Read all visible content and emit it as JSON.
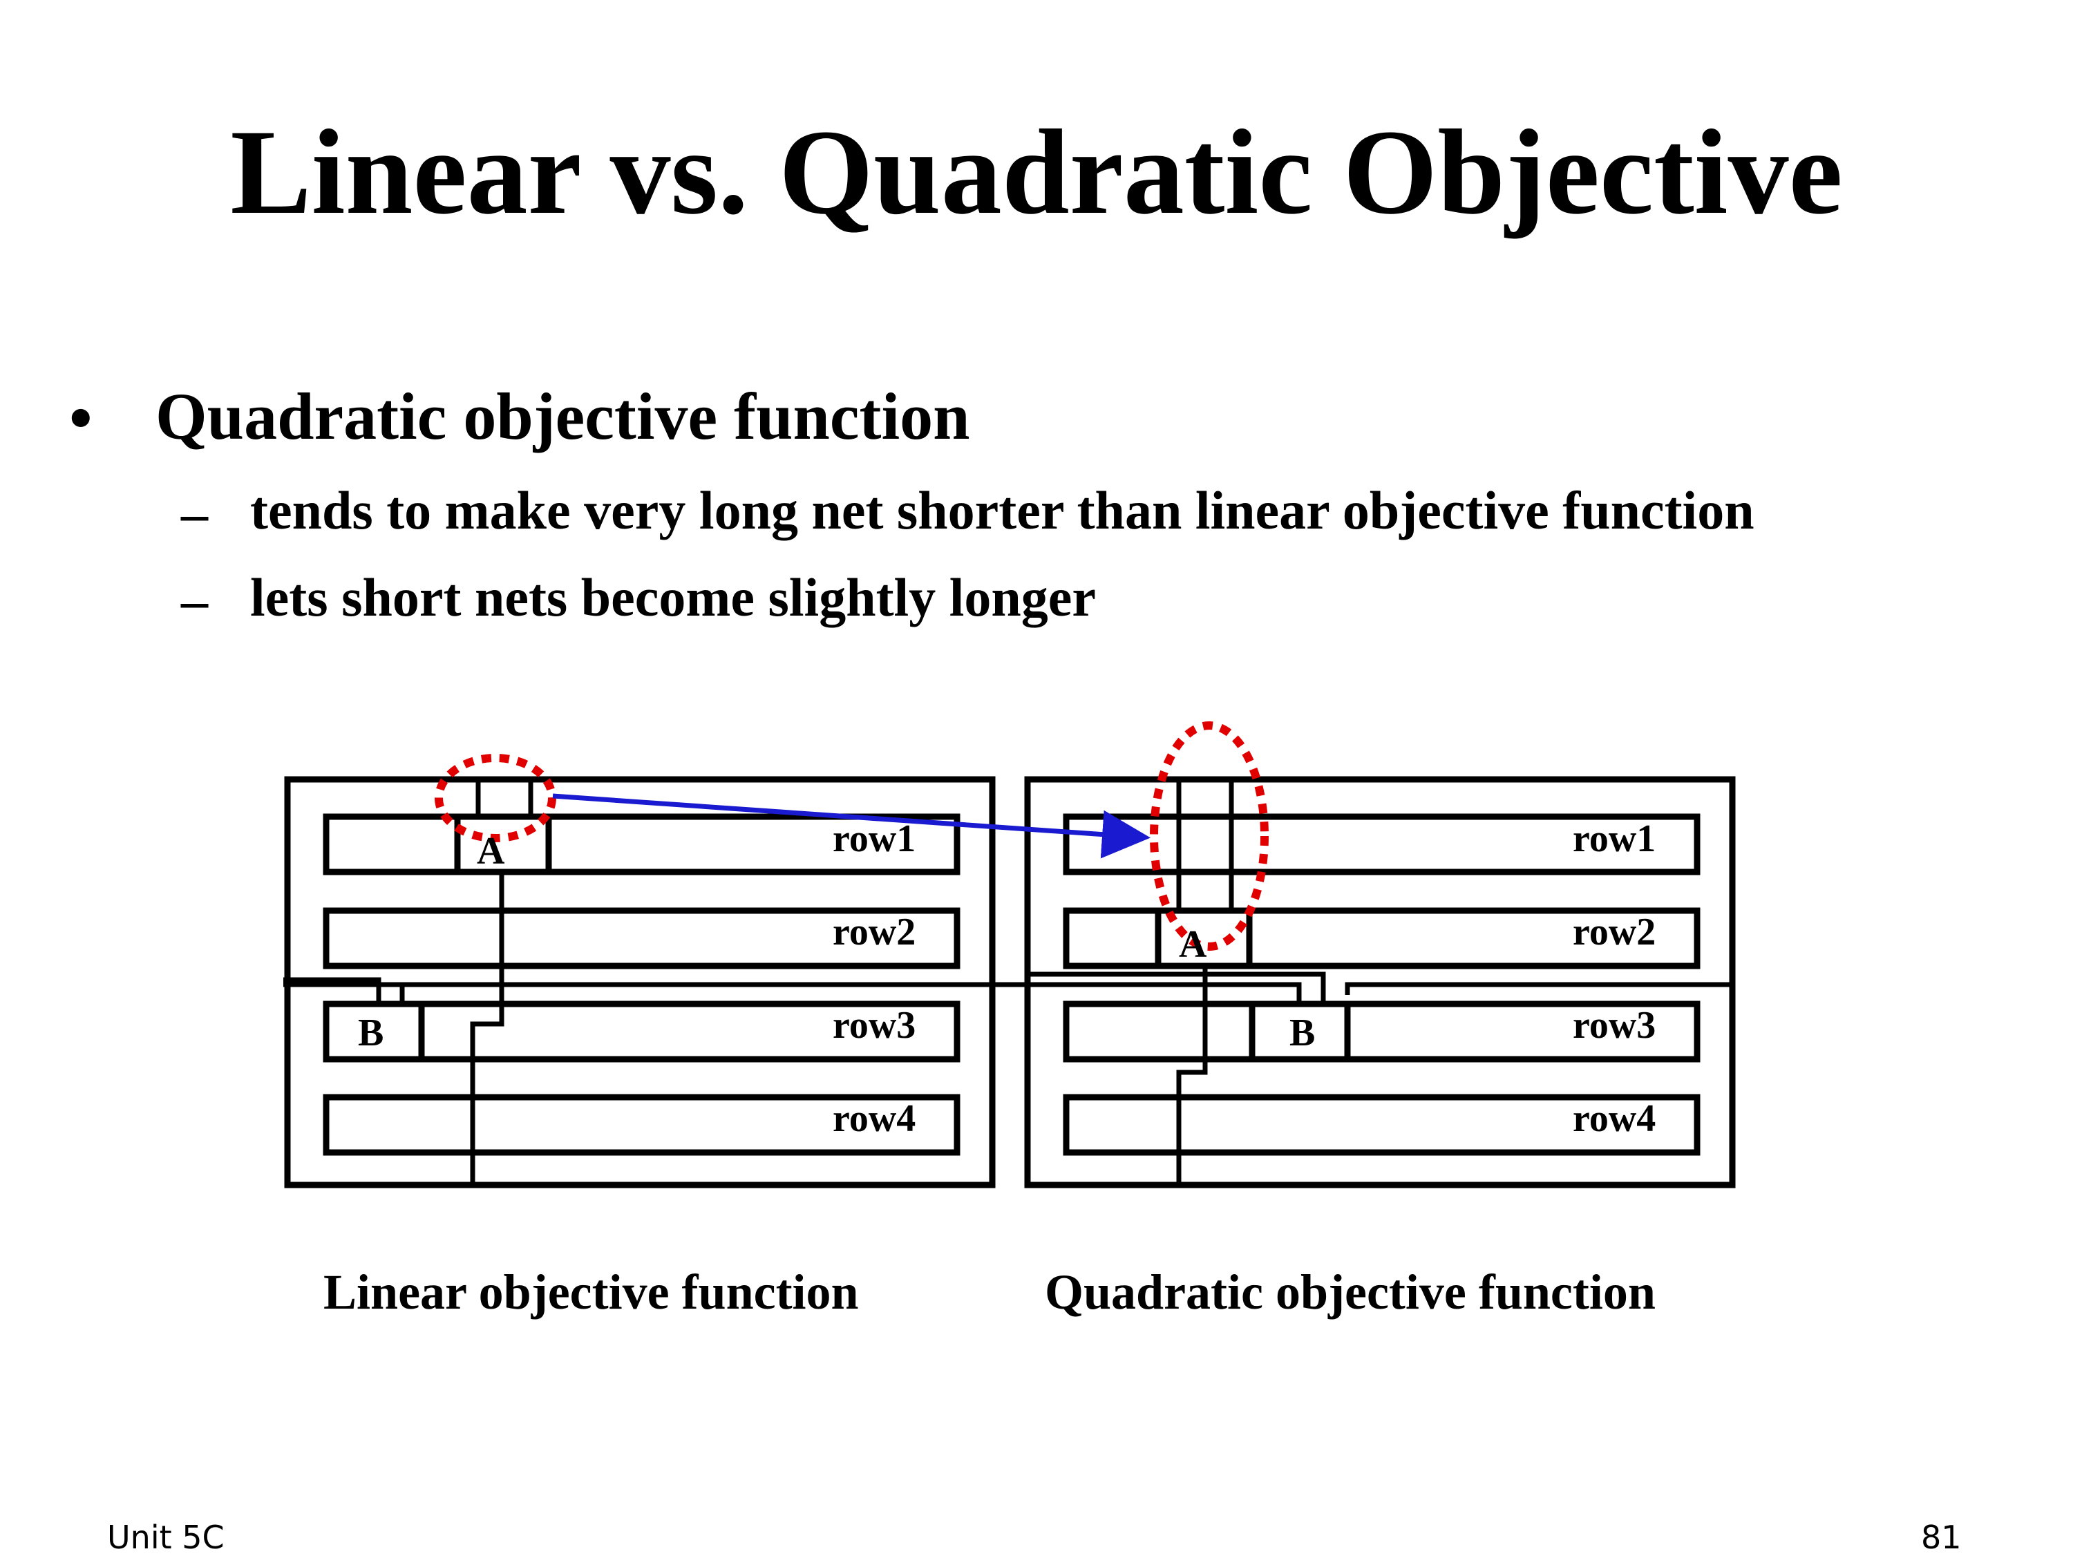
{
  "slide": {
    "title": "Linear vs. Quadratic Objective",
    "bullet": {
      "marker": "•",
      "text": "Quadratic objective function",
      "subitems": [
        {
          "marker": "–",
          "text": "tends to make very long net shorter than linear objective function"
        },
        {
          "marker": "–",
          "text": "lets short nets become slightly longer"
        }
      ]
    }
  },
  "diagram": {
    "colors": {
      "outline": "#000000",
      "highlight": "#e00000",
      "arrow": "#1a1ad0"
    },
    "rows": [
      "row1",
      "row2",
      "row3",
      "row4"
    ],
    "cells": {
      "a": "A",
      "b": "B"
    },
    "captions": {
      "linear": "Linear objective function",
      "quadratic": "Quadratic objective function"
    }
  },
  "footer": {
    "left": "Unit 5C",
    "right": "81"
  }
}
